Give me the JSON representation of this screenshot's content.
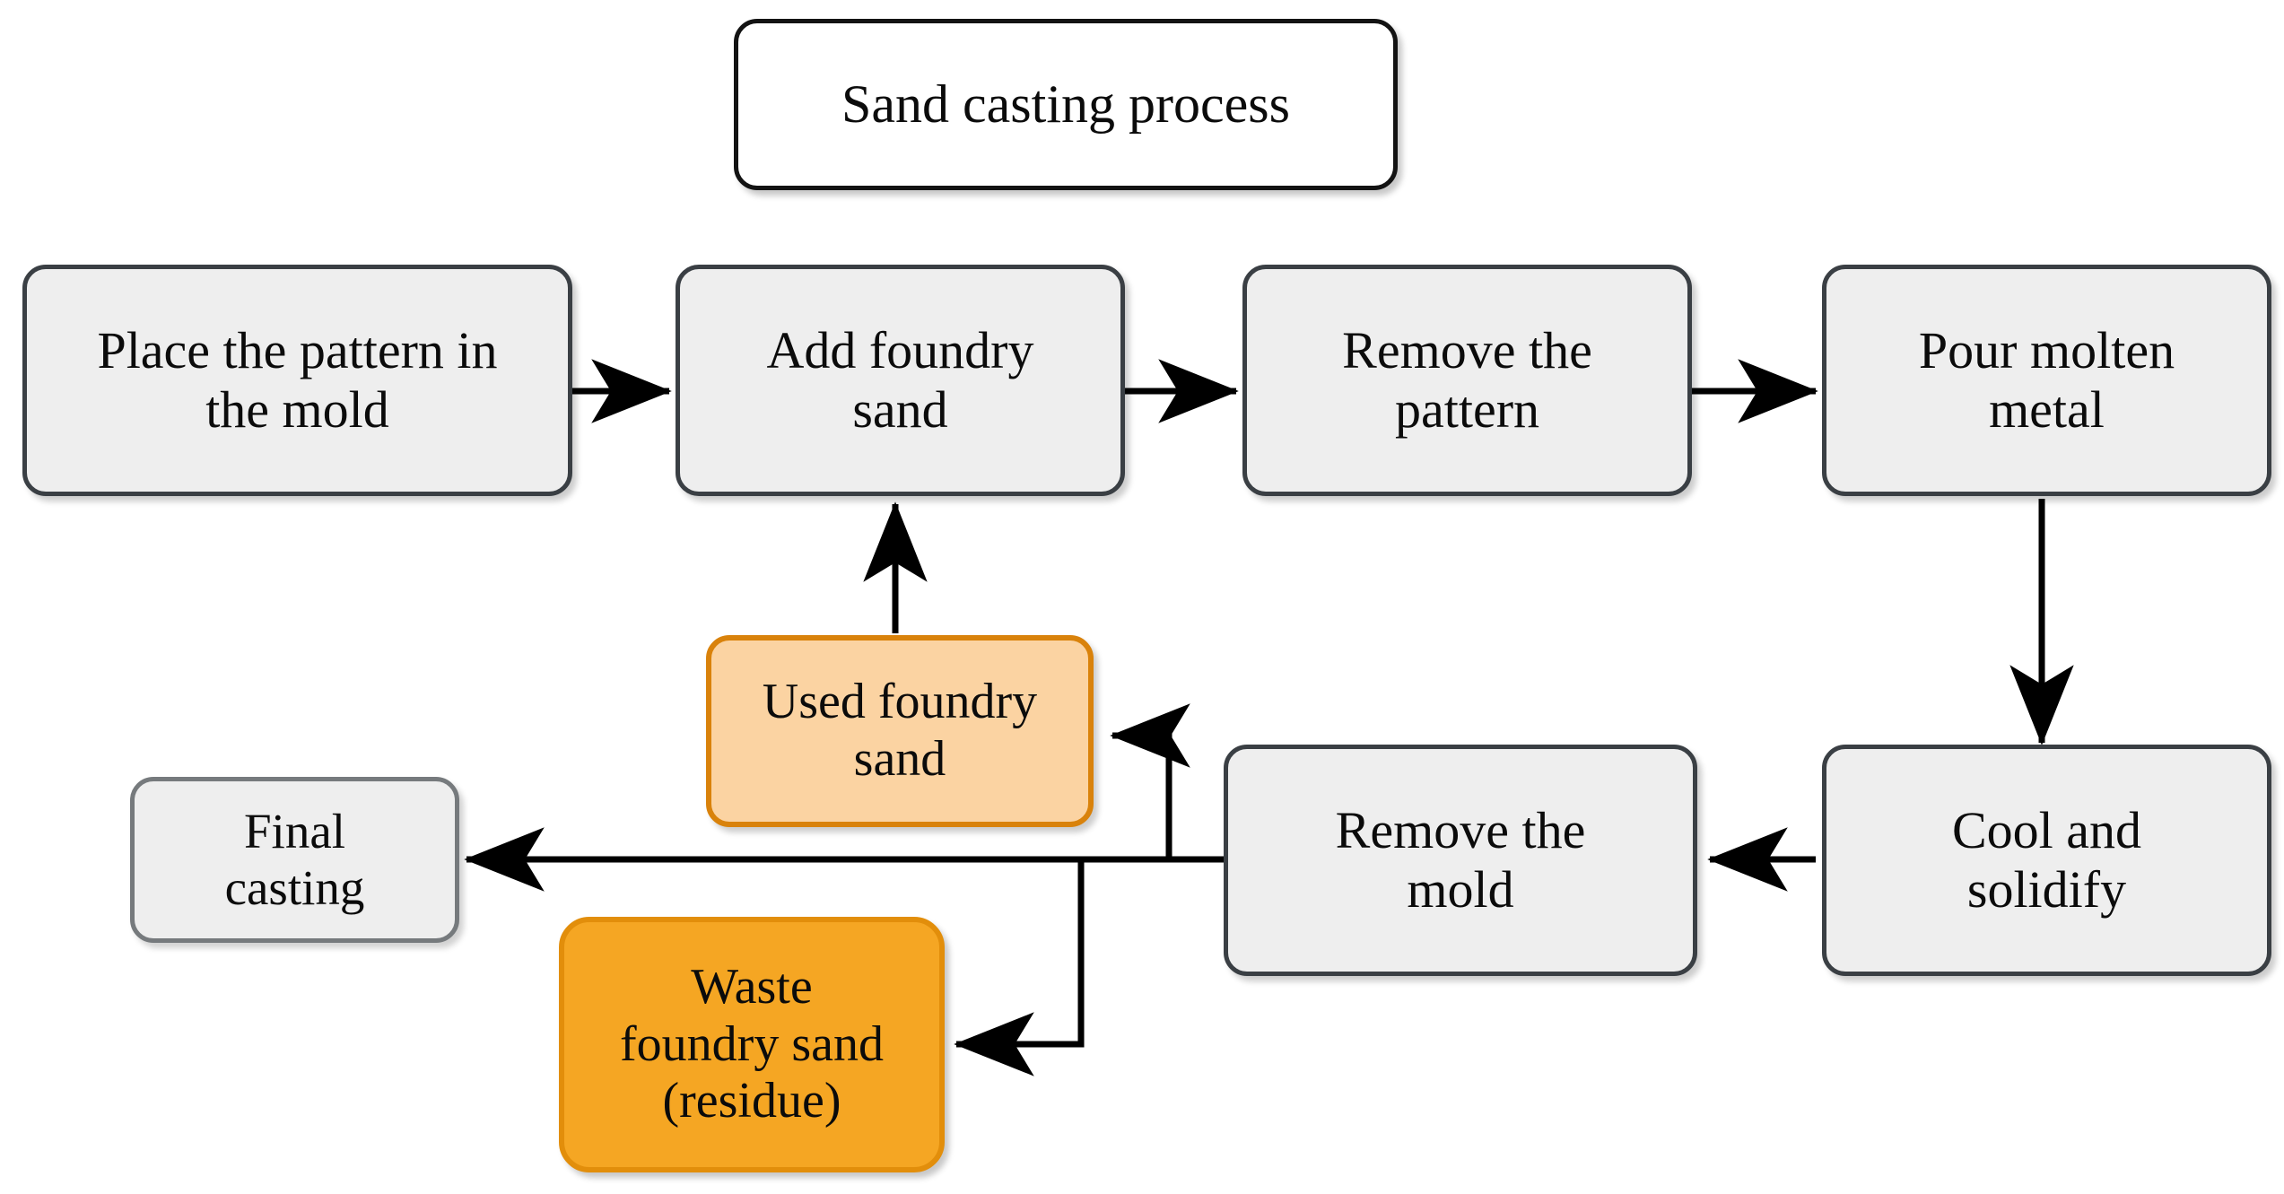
{
  "diagram": {
    "title": "Sand casting process",
    "background_color": "#ffffff",
    "colors": {
      "process_fill": "#eeeeee",
      "process_border": "#3a3f44",
      "title_fill": "#ffffff",
      "title_border": "#131313",
      "output_border": "#767a7d",
      "used_sand_fill": "#fbd3a2",
      "used_sand_border": "#d9820b",
      "waste_sand_fill": "#f5a623",
      "waste_sand_border": "#e28e0b",
      "edge_color": "#000000"
    },
    "nodes": {
      "title": {
        "label": "Sand casting process",
        "type": "title"
      },
      "place_pattern": {
        "label": "Place the pattern in\nthe mold",
        "type": "process"
      },
      "add_sand": {
        "label": "Add foundry\nsand",
        "type": "process"
      },
      "remove_pattern": {
        "label": "Remove the\npattern",
        "type": "process"
      },
      "pour_metal": {
        "label": "Pour molten\nmetal",
        "type": "process"
      },
      "cool_solidify": {
        "label": "Cool and\nsolidify",
        "type": "process"
      },
      "remove_mold": {
        "label": "Remove the\nmold",
        "type": "process"
      },
      "final_casting": {
        "label": "Final\ncasting",
        "type": "output"
      },
      "used_sand": {
        "label": "Used foundry\nsand",
        "type": "material"
      },
      "waste_sand": {
        "label": "Waste\nfoundry sand\n(residue)",
        "type": "waste"
      }
    },
    "edges": [
      {
        "from": "place_pattern",
        "to": "add_sand",
        "direction": "right"
      },
      {
        "from": "add_sand",
        "to": "remove_pattern",
        "direction": "right"
      },
      {
        "from": "remove_pattern",
        "to": "pour_metal",
        "direction": "right"
      },
      {
        "from": "pour_metal",
        "to": "cool_solidify",
        "direction": "down"
      },
      {
        "from": "cool_solidify",
        "to": "remove_mold",
        "direction": "left"
      },
      {
        "from": "remove_mold",
        "to": "used_sand",
        "direction": "left-up"
      },
      {
        "from": "remove_mold",
        "to": "final_casting",
        "direction": "left"
      },
      {
        "from": "remove_mold",
        "to": "waste_sand",
        "direction": "left-down"
      },
      {
        "from": "used_sand",
        "to": "add_sand",
        "direction": "up"
      }
    ]
  }
}
